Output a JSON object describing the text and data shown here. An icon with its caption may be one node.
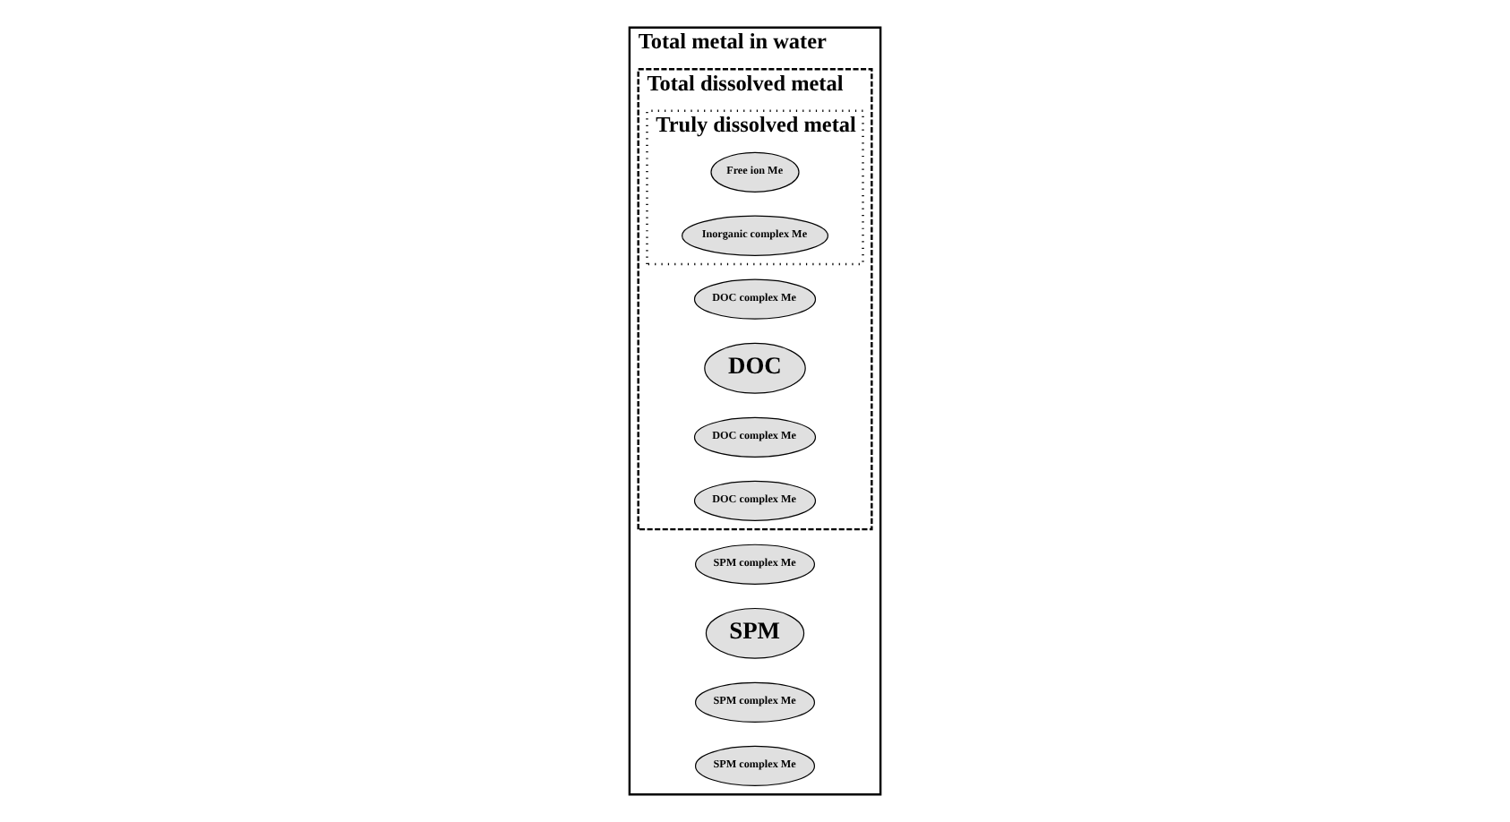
{
  "diagram": {
    "nodes": [
      {
        "text": [
          "Total metal in water"
        ]
      },
      {
        "text": [
          "SPM complex Me"
        ],
        "in": 0
      },
      {
        "text": [
          "SPM"
        ],
        "in": 0
      },
      {
        "text": [
          "SPM complex Me"
        ],
        "in": 0
      },
      {
        "text": [
          "SPM complex Me"
        ],
        "in": 0
      },
      {
        "text": [
          "Total dissolved metal"
        ],
        "in": 0
      },
      {
        "text": [
          "DOC complex Me"
        ],
        "in": 5
      },
      {
        "text": [
          "DOC"
        ],
        "in": 5
      },
      {
        "text": [
          "DOC complex Me"
        ],
        "in": 5
      },
      {
        "text": [
          "DOC complex Me"
        ],
        "in": 5
      },
      {
        "text": [
          "Truly dissolved metal"
        ],
        "in": 5
      },
      {
        "text": [
          "Free ion Me"
        ],
        "in": 10
      },
      {
        "text": [
          "Inorganic complex Me"
        ],
        "in": 10
      }
    ]
  }
}
